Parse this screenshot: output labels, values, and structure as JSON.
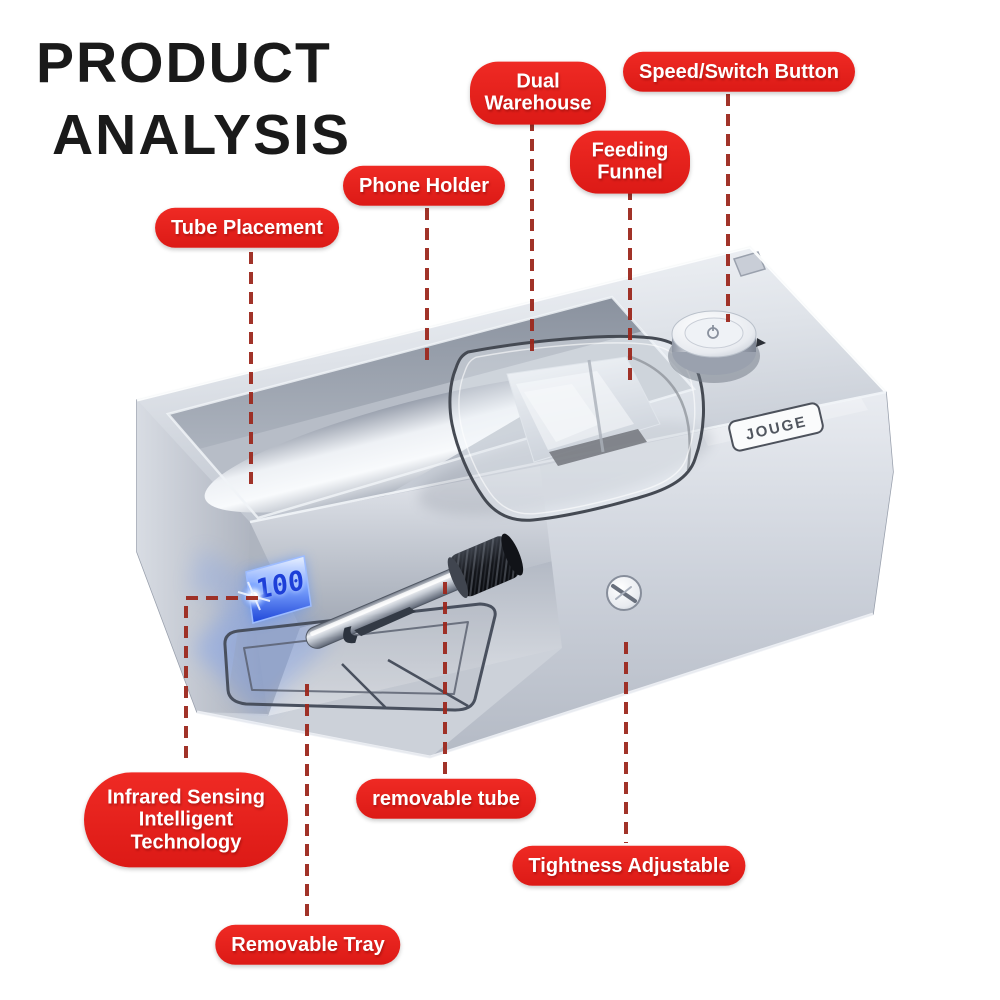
{
  "title": {
    "line1": "PRODUCT",
    "line2": "ANALYSIS"
  },
  "callouts": {
    "tube_placement": "Tube Placement",
    "phone_holder": "Phone Holder",
    "dual_warehouse": "Dual Warehouse",
    "speed_switch_button": "Speed/Switch Button",
    "feeding_funnel": "Feeding Funnel",
    "infrared_sensing": "Infrared Sensing Intelligent Technology",
    "removable_tube": "removable tube",
    "tightness_adjustable": "Tightness Adjustable",
    "removable_tray": "Removable Tray"
  },
  "machine": {
    "brand": "JOUGE",
    "display_value": "100"
  },
  "icons": {
    "knob_glyph": "power-icon"
  },
  "colors": {
    "label_bg": "#e32420",
    "label_text": "#ffffff",
    "leader_line": "#9c281d",
    "title_text": "#1a1a1a",
    "background": "#ffffff",
    "display_blue": "#2f5fe8",
    "beam_blue": "#5b8dff",
    "machine_silver": "#cfd4dc",
    "brand_text": "#51565f"
  }
}
